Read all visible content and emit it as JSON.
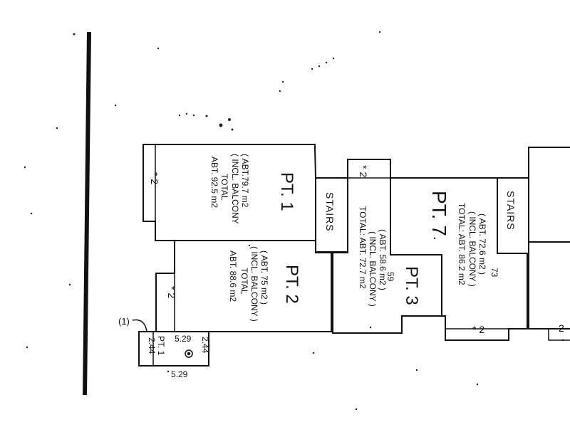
{
  "units": [
    {
      "id": "pt1",
      "label": "PT. 1",
      "area_lines": [
        "( ABT.79.7 m2",
        "( INCL. BALCONY",
        "TOTAL",
        "ABT. 92.5 m2"
      ],
      "balcony_mark": "* 2"
    },
    {
      "id": "pt2",
      "label": "PT. 2",
      "area_lines": [
        "( ABT. 75 m2 )",
        "( INCL. BALCONY )",
        "TOTAL",
        "ABT. 88.6 m2"
      ],
      "balcony_mark": "* 2"
    },
    {
      "id": "pt3",
      "label": "PT. 3",
      "area_lines": [
        "59",
        "( ABT. 58.6 m2 )",
        "( INCL. BALCONY )",
        "TOTAL: ABT. 72.7 m2"
      ],
      "balcony_mark": "* 2"
    },
    {
      "id": "pt7",
      "label": "PT. 7",
      "area_lines": [
        "73",
        "( ABT. 72.6 m2 )",
        "( INCL. BALCONY )",
        "TOTAL: ABT. 86.2 m2"
      ],
      "balcony_mark": "* 2"
    }
  ],
  "stairs": [
    "STAIRS",
    "STAIRS"
  ],
  "edge_mark_right": "2",
  "key_plan": {
    "callout": "(1)",
    "unit": "PT. 1",
    "dims": {
      "top": "5.29",
      "bottom": "5.29",
      "left": "2.44",
      "right": "2.44"
    }
  }
}
